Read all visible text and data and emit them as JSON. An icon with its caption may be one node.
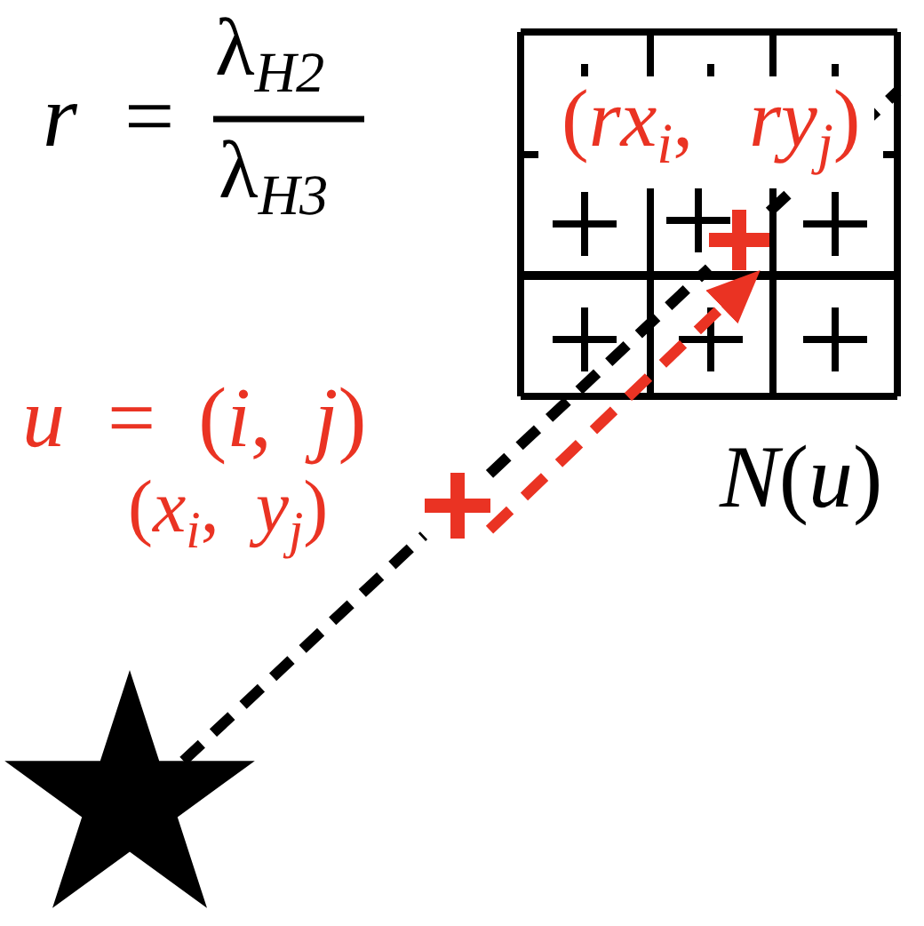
{
  "diagram": {
    "nodes": [
      {
        "text": [],
        "shape": "star"
      },
      {
        "text": [],
        "shape": "cross",
        "beside": [
          "*u* = (*i*, *j*)",
          "(*x*$_{i}$, *y*$_{j}$)"
        ]
      },
      {
        "text": [
          "*N*(*u*)"
        ]
      },
      {
        "text": [],
        "shape": "cross",
        "beside": [
          "(*rx*$_{i}$, *ry*$_{j}$)"
        ],
        "in": 2
      }
    ],
    "edges": [
      {
        "from": 0,
        "to": 1,
        "arrow": "none",
        "style": "dashed"
      },
      {
        "from": 1,
        "to": 3,
        "arrow": "none",
        "style": "dashed"
      },
      {
        "from": 3,
        "to": 2,
        "arrow": "none",
        "style": "dashed"
      },
      {
        "from": 1,
        "to": 3,
        "arrow": "to",
        "style": "dashed",
        "color": "#ea3323"
      }
    ],
    "labels": [
      "*r* =",
      "λ$_{H2}$",
      "λ$_{H3}$"
    ]
  }
}
